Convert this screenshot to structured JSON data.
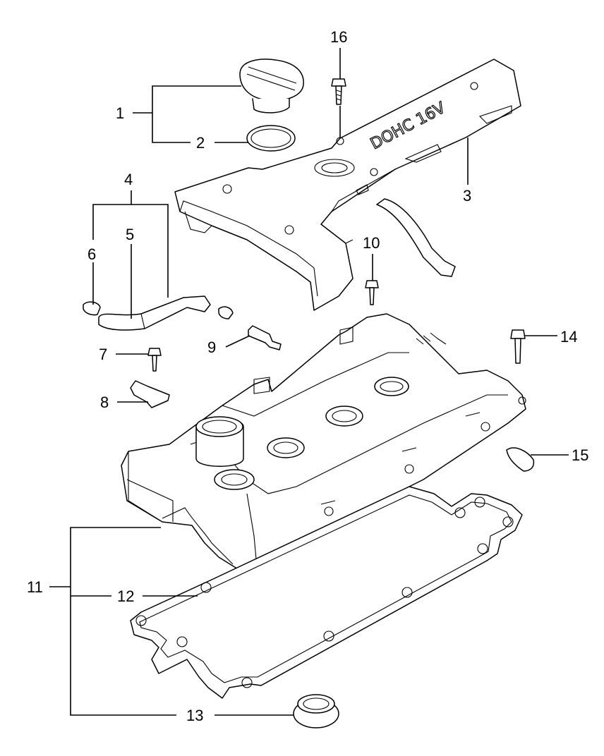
{
  "callouts": [
    {
      "id": "1",
      "text": "1"
    },
    {
      "id": "2",
      "text": "2"
    },
    {
      "id": "3",
      "text": "3"
    },
    {
      "id": "4",
      "text": "4"
    },
    {
      "id": "5",
      "text": "5"
    },
    {
      "id": "6",
      "text": "6"
    },
    {
      "id": "7",
      "text": "7"
    },
    {
      "id": "8",
      "text": "8"
    },
    {
      "id": "9",
      "text": "9"
    },
    {
      "id": "10",
      "text": "10"
    },
    {
      "id": "11",
      "text": "11"
    },
    {
      "id": "12",
      "text": "12"
    },
    {
      "id": "13",
      "text": "13"
    },
    {
      "id": "14",
      "text": "14"
    },
    {
      "id": "15",
      "text": "15"
    },
    {
      "id": "16",
      "text": "16"
    }
  ],
  "cover_embossing": "DOHC 16V",
  "colors": {
    "line": "#000000",
    "background": "#ffffff"
  }
}
